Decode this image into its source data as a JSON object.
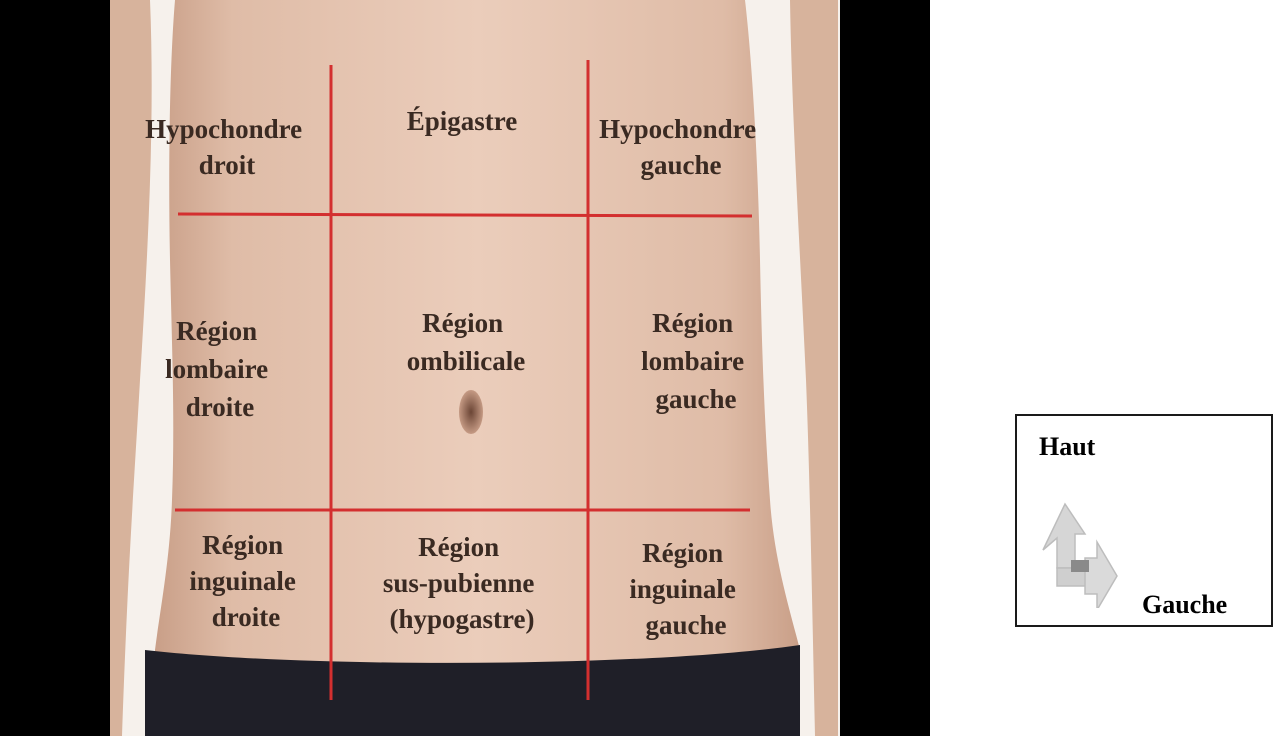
{
  "regions": {
    "hypochondre_droit": [
      "Hypochondre",
      "droit"
    ],
    "epigastre": [
      "Épigastre"
    ],
    "hypochondre_gauche": [
      "Hypochondre",
      "gauche"
    ],
    "lombaire_droite": [
      "Région",
      "lombaire",
      "droite"
    ],
    "ombilicale": [
      "Région",
      "ombilicale"
    ],
    "lombaire_gauche": [
      "Région",
      "lombaire",
      "gauche"
    ],
    "inguinale_droite": [
      "Région",
      "inguinale",
      "droite"
    ],
    "sus_pubienne": [
      "Région",
      "sus-pubienne",
      "(hypogastre)"
    ],
    "inguinale_gauche": [
      "Région",
      "inguinale",
      "gauche"
    ]
  },
  "orientation": {
    "up_label": "Haut",
    "left_label": "Gauche"
  },
  "colors": {
    "grid_line": "#d32f2f",
    "skin": "#e6c6b2",
    "backdrop": "#f6f1ec",
    "shorts": "#1f1f28",
    "label_text": "#3a2a22"
  }
}
